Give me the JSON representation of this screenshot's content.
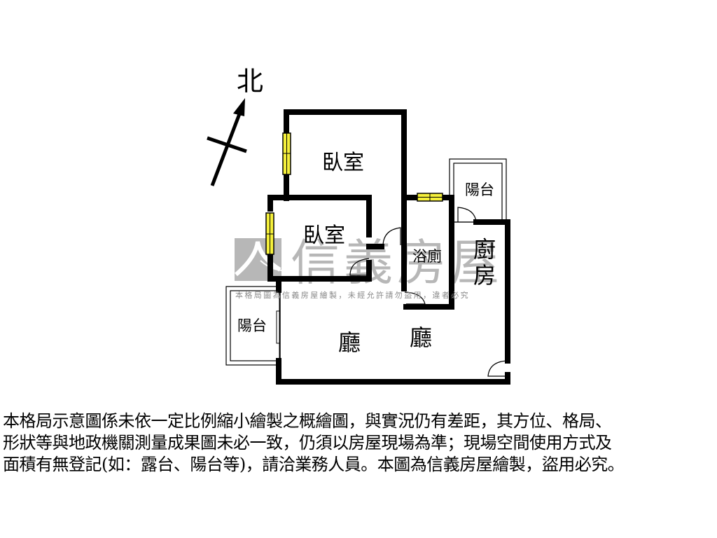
{
  "compass": {
    "label": "北"
  },
  "rooms": {
    "bedroom_1": "臥室",
    "bedroom_2": "臥室",
    "balcony_right": "陽台",
    "balcony_left": "陽台",
    "bathroom": "浴廁",
    "kitchen_line1": "廚",
    "kitchen_line2": "房",
    "living_1": "廳",
    "living_2": "廳"
  },
  "watermark": {
    "brand": "信義房屋",
    "notice": "本格局圖為信義房屋繪製，未經允許請勿盜用，違者必究"
  },
  "colors": {
    "wall": "#000000",
    "window": "#f5f03a",
    "watermark": "#b4b4b4"
  },
  "disclaimer": {
    "lines": [
      "本格局示意圖係未依一定比例縮小繪製之概繪圖，與實況仍有差距，其方位、格局、",
      "形狀等與地政機關測量成果圖未必一致，仍須以房屋現場為準；現場空間使用方式及",
      "面積有無登記(如：露台、陽台等)，請洽業務人員。本圖為信義房屋繪製，盜用必究。"
    ]
  }
}
